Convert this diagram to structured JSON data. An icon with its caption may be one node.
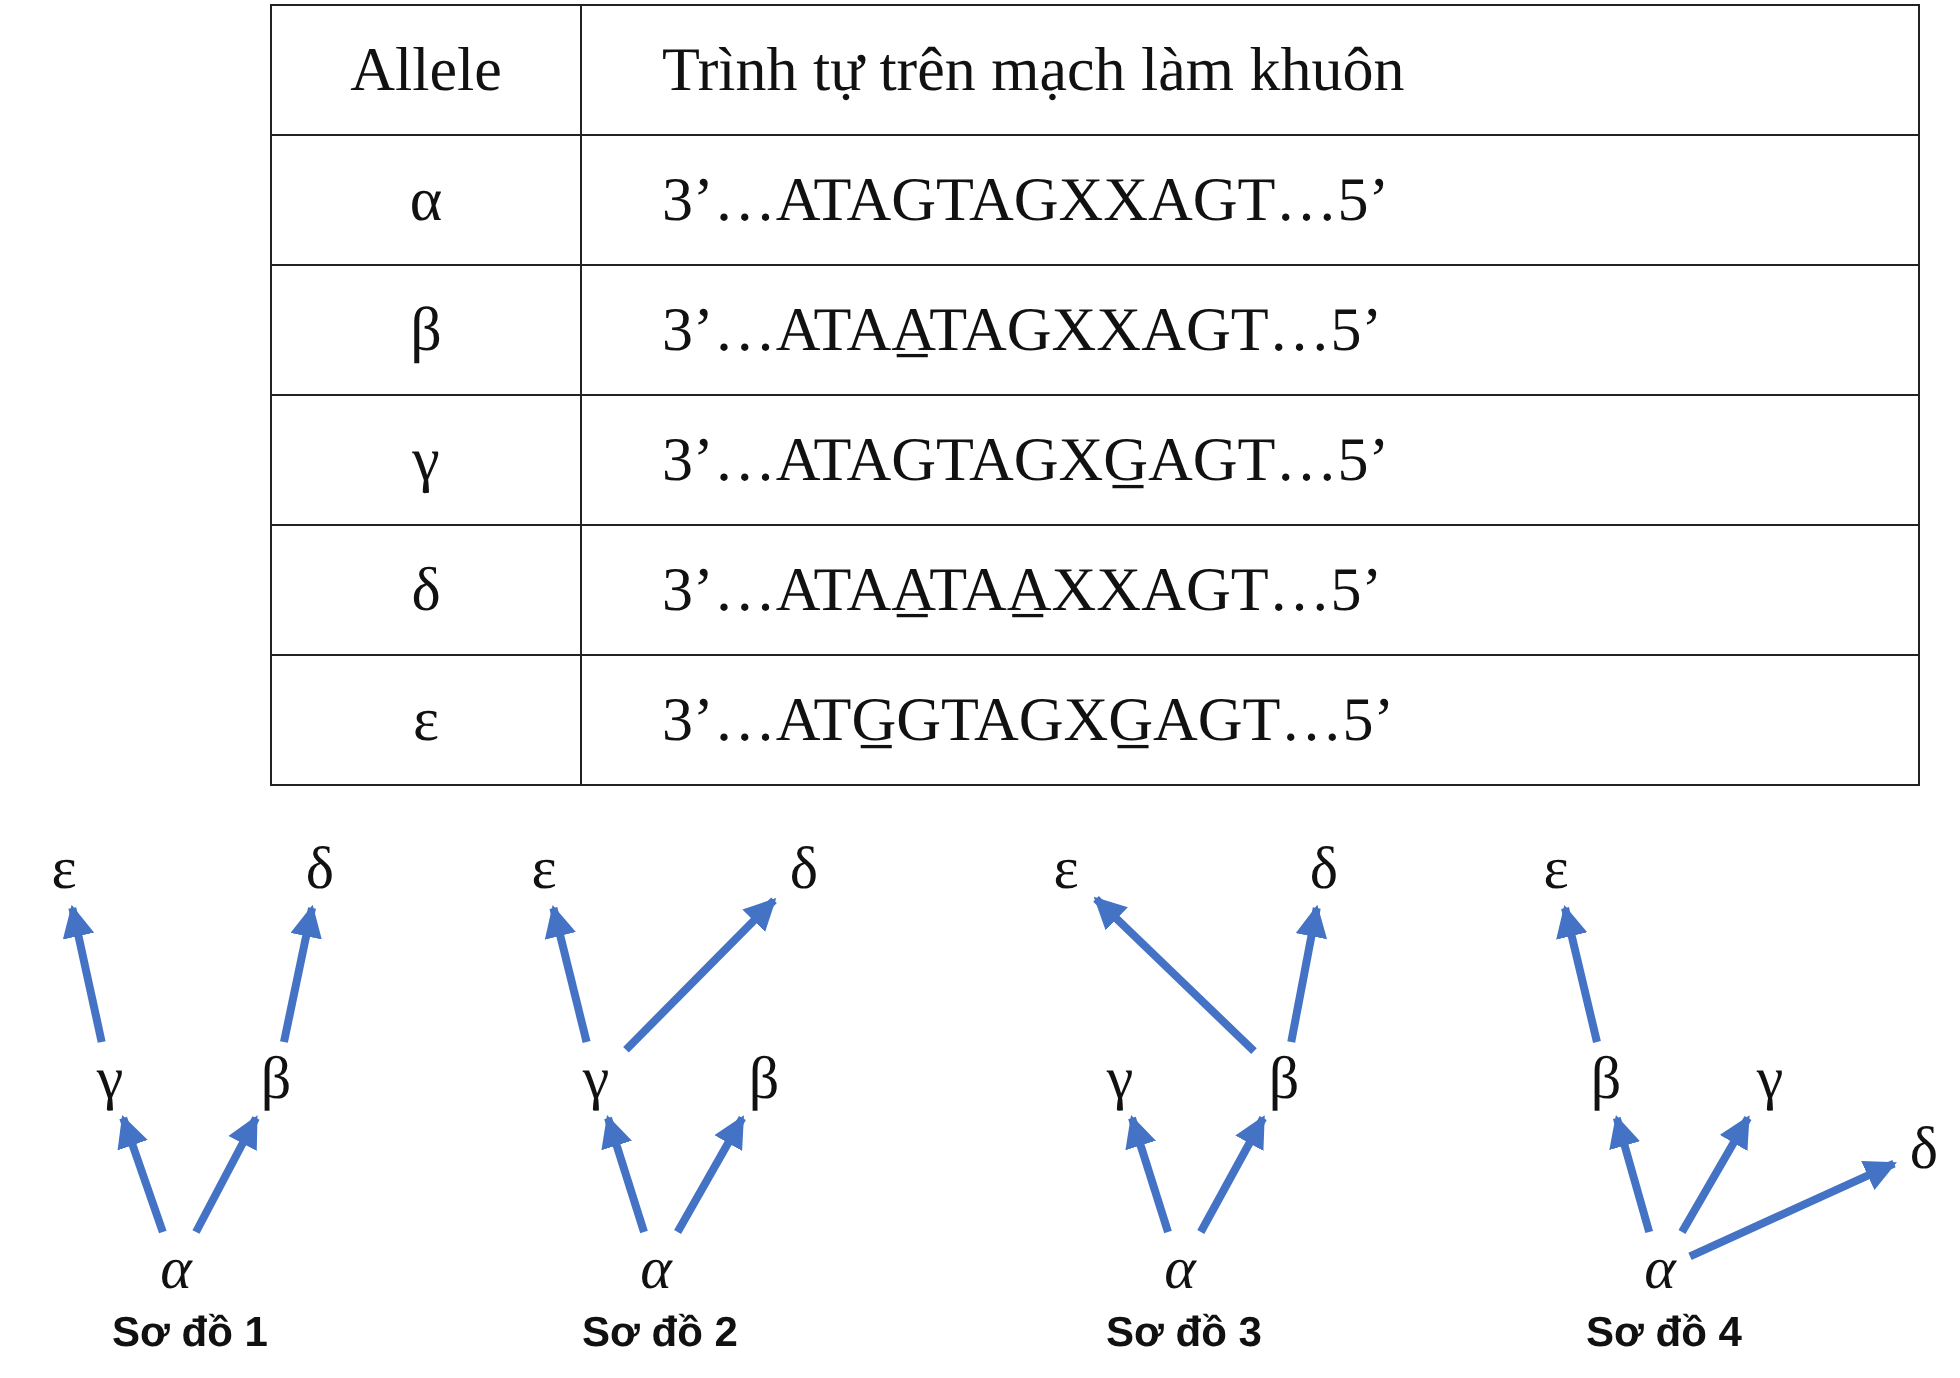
{
  "diagram": {
    "nodes": [
      {
        "text": [
          "ε"
        ]
      },
      {
        "text": [
          "δ"
        ]
      },
      {
        "text": [
          "γ"
        ]
      },
      {
        "text": [
          "β"
        ]
      },
      {
        "text": [
          "α"
        ]
      },
      {
        "text": [
          "ε"
        ]
      },
      {
        "text": [
          "δ"
        ]
      },
      {
        "text": [
          "γ"
        ]
      },
      {
        "text": [
          "β"
        ]
      },
      {
        "text": [
          "α"
        ]
      },
      {
        "text": [
          "ε"
        ]
      },
      {
        "text": [
          "δ"
        ]
      },
      {
        "text": [
          "γ"
        ]
      },
      {
        "text": [
          "β"
        ]
      },
      {
        "text": [
          "α"
        ]
      },
      {
        "text": [
          "ε"
        ]
      },
      {
        "text": [
          "β"
        ]
      },
      {
        "text": [
          "γ"
        ]
      },
      {
        "text": [
          "δ"
        ]
      },
      {
        "text": [
          "α"
        ]
      }
    ],
    "edges": [
      {
        "from": 4,
        "to": 2,
        "arrow": "to"
      },
      {
        "from": 4,
        "to": 3,
        "arrow": "to"
      },
      {
        "from": 2,
        "to": 0,
        "arrow": "to"
      },
      {
        "from": 3,
        "to": 1,
        "arrow": "to"
      },
      {
        "from": 9,
        "to": 7,
        "arrow": "to"
      },
      {
        "from": 9,
        "to": 8,
        "arrow": "to"
      },
      {
        "from": 7,
        "to": 5,
        "arrow": "to"
      },
      {
        "from": 7,
        "to": 6,
        "arrow": "to"
      },
      {
        "from": 14,
        "to": 12,
        "arrow": "to"
      },
      {
        "from": 14,
        "to": 13,
        "arrow": "to"
      },
      {
        "from": 13,
        "to": 10,
        "arrow": "to"
      },
      {
        "from": 13,
        "to": 11,
        "arrow": "to"
      },
      {
        "from": 19,
        "to": 16,
        "arrow": "to"
      },
      {
        "from": 19,
        "to": 17,
        "arrow": "to"
      },
      {
        "from": 19,
        "to": 18,
        "arrow": "to"
      },
      {
        "from": 16,
        "to": 15,
        "arrow": "to"
      }
    ],
    "labels": [
      "Allele",
      "Trình tự trên mạch làm khuôn",
      "α",
      "3’…ATAGTAGXXAGT…5’",
      "β",
      "3’…ATAA̲TAGXXAGT…5’",
      "γ",
      "3’…ATAGTAGXG̲AGT…5’",
      "δ",
      "3’…ATAA̲TAA̲XXAGT…5’",
      "ε",
      "3’…ATG̲GTAGXG̲AGT…5’",
      "Sơ đồ 1",
      "Sơ đồ 2",
      "Sơ đồ 3",
      "Sơ đồ 4"
    ]
  }
}
